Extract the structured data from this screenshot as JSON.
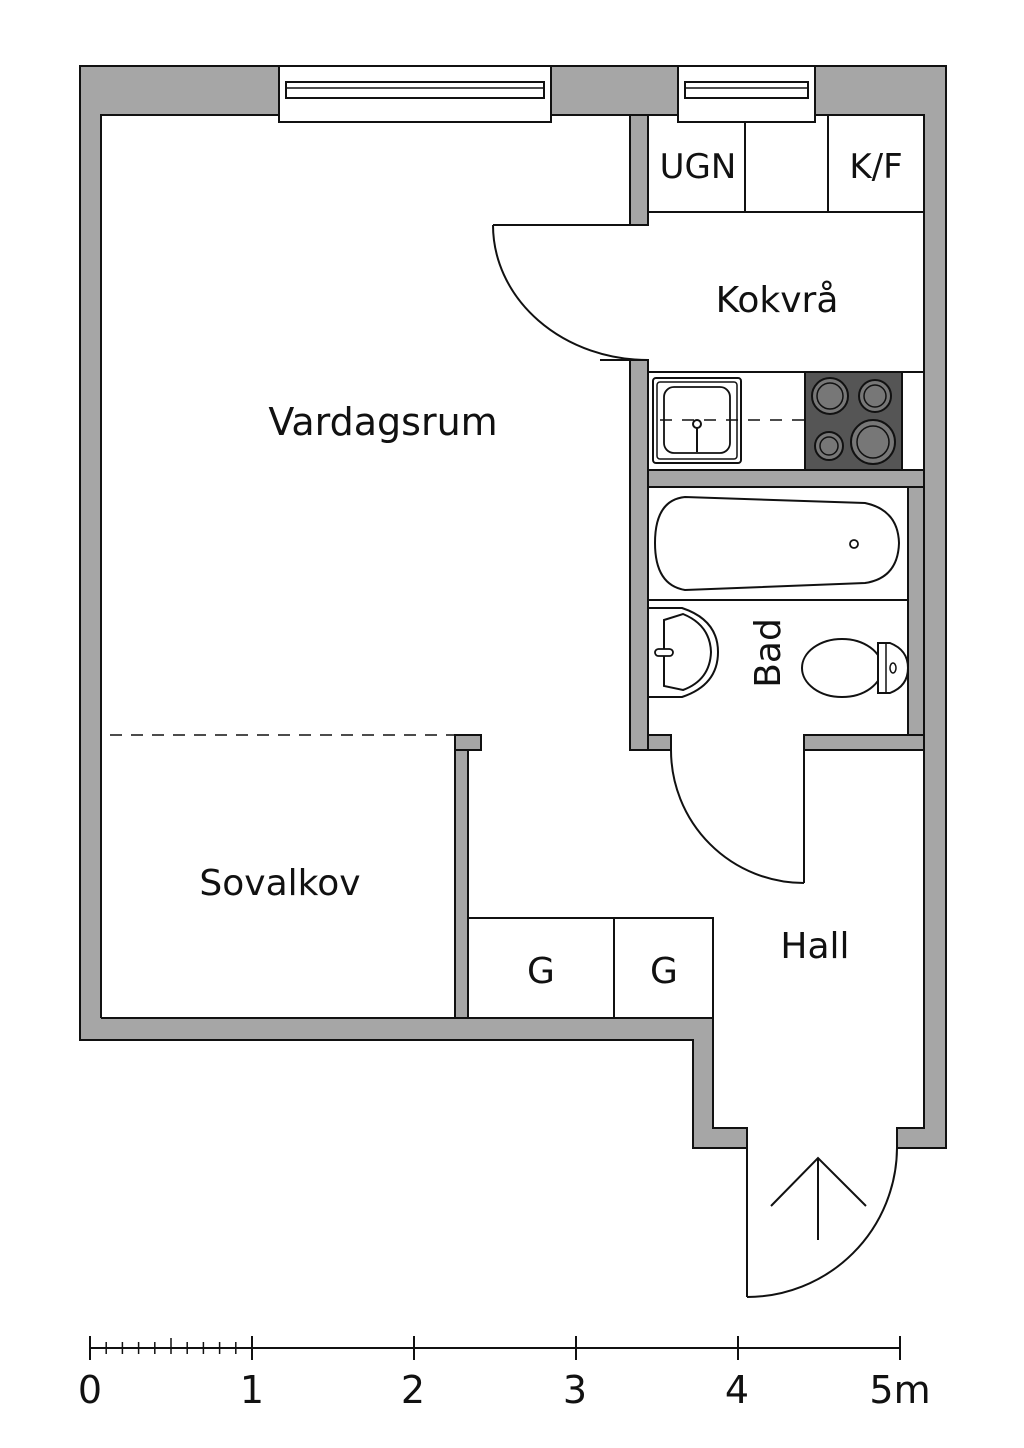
{
  "rooms": {
    "vardagsrum": "Vardagsrum",
    "kokvra": "Kokvrå",
    "sovalkov": "Sovalkov",
    "hall": "Hall",
    "bad": "Bad"
  },
  "fixtures": {
    "oven": "UGN",
    "fridge_freezer": "K/F",
    "closet_1": "G",
    "closet_2": "G"
  },
  "scale_bar": {
    "labels": [
      "0",
      "1",
      "2",
      "3",
      "4",
      "5m"
    ]
  },
  "colors": {
    "wall": "#a6a6a6",
    "stove": "#555555",
    "line": "#111111"
  }
}
